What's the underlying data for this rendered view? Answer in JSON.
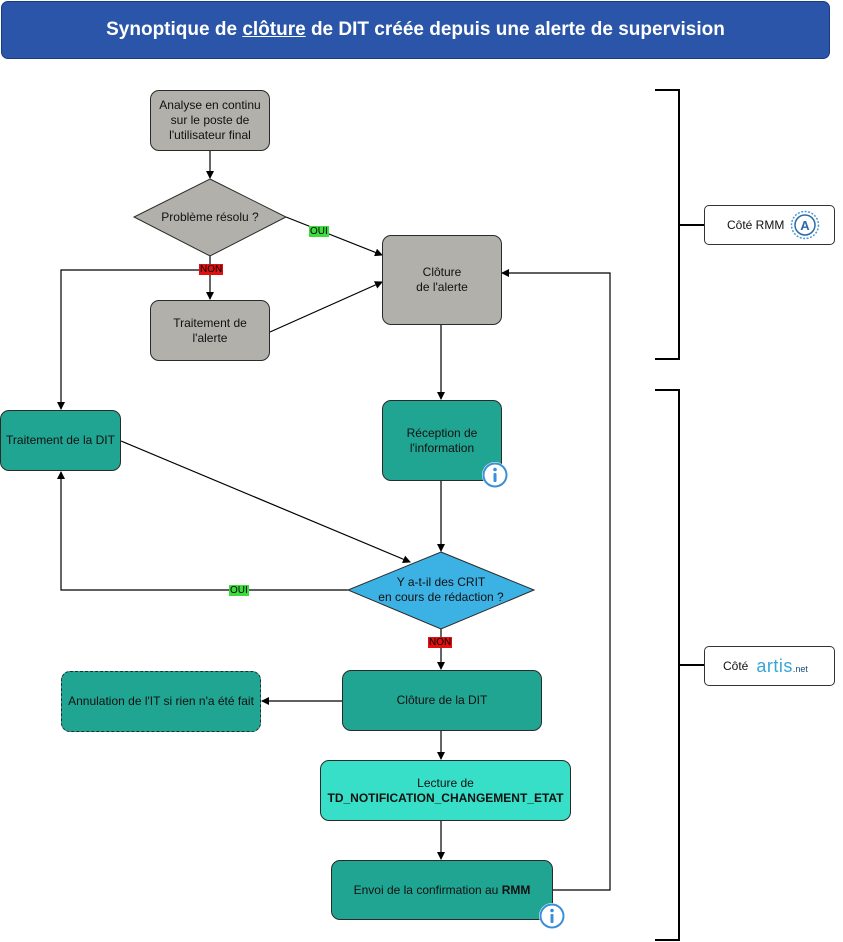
{
  "title": {
    "prefix": "Synoptique de ",
    "underlined": "clôture",
    "suffix": " de DIT créée depuis une alerte de supervision"
  },
  "nodes": {
    "analyse": "Analyse en continu sur le poste de l'utilisateur final",
    "probleme_resolu": "Problème résolu ?",
    "traitement_alerte": "Traitement de l'alerte",
    "cloture_alerte_line1": "Clôture",
    "cloture_alerte_line2": "de l'alerte",
    "traitement_dit": "Traitement de la DIT",
    "reception_line1": "Réception de",
    "reception_line2": "l'information",
    "crit_line1": "Y a-t-il des CRIT",
    "crit_line2": "en cours de rédaction ?",
    "annulation": "Annulation de l'IT si rien n'a été fait",
    "cloture_dit": "Clôture de la DIT",
    "lecture_line1": "Lecture de",
    "lecture_line2": "TD_NOTIFICATION_CHANGEMENT_ETAT",
    "envoi_prefix": "Envoi de la confirmation au ",
    "envoi_bold": "RMM"
  },
  "edge_labels": {
    "oui_1": "OUI",
    "non_1": "NON",
    "oui_2": "OUI",
    "non_2": "NON"
  },
  "sides": {
    "rmm_label": "Côté RMM",
    "rmm_logo_letter": "A",
    "artis_label": "Côté",
    "artis_logo": "artis",
    "artis_logo_suffix": ".net"
  },
  "colors": {
    "title_bg": "#2a55a8",
    "grey_node": "#b2b0aa",
    "teal_node": "#20a592",
    "bright_node": "#38dfc8",
    "diamond_blue": "#3cb1e3",
    "yes_label": "#3ddc3d",
    "no_label": "#e01010",
    "info_icon": "#3a8fd8"
  },
  "icons": [
    "info-icon",
    "arrow-icon",
    "rmm-logo",
    "artis-logo"
  ]
}
